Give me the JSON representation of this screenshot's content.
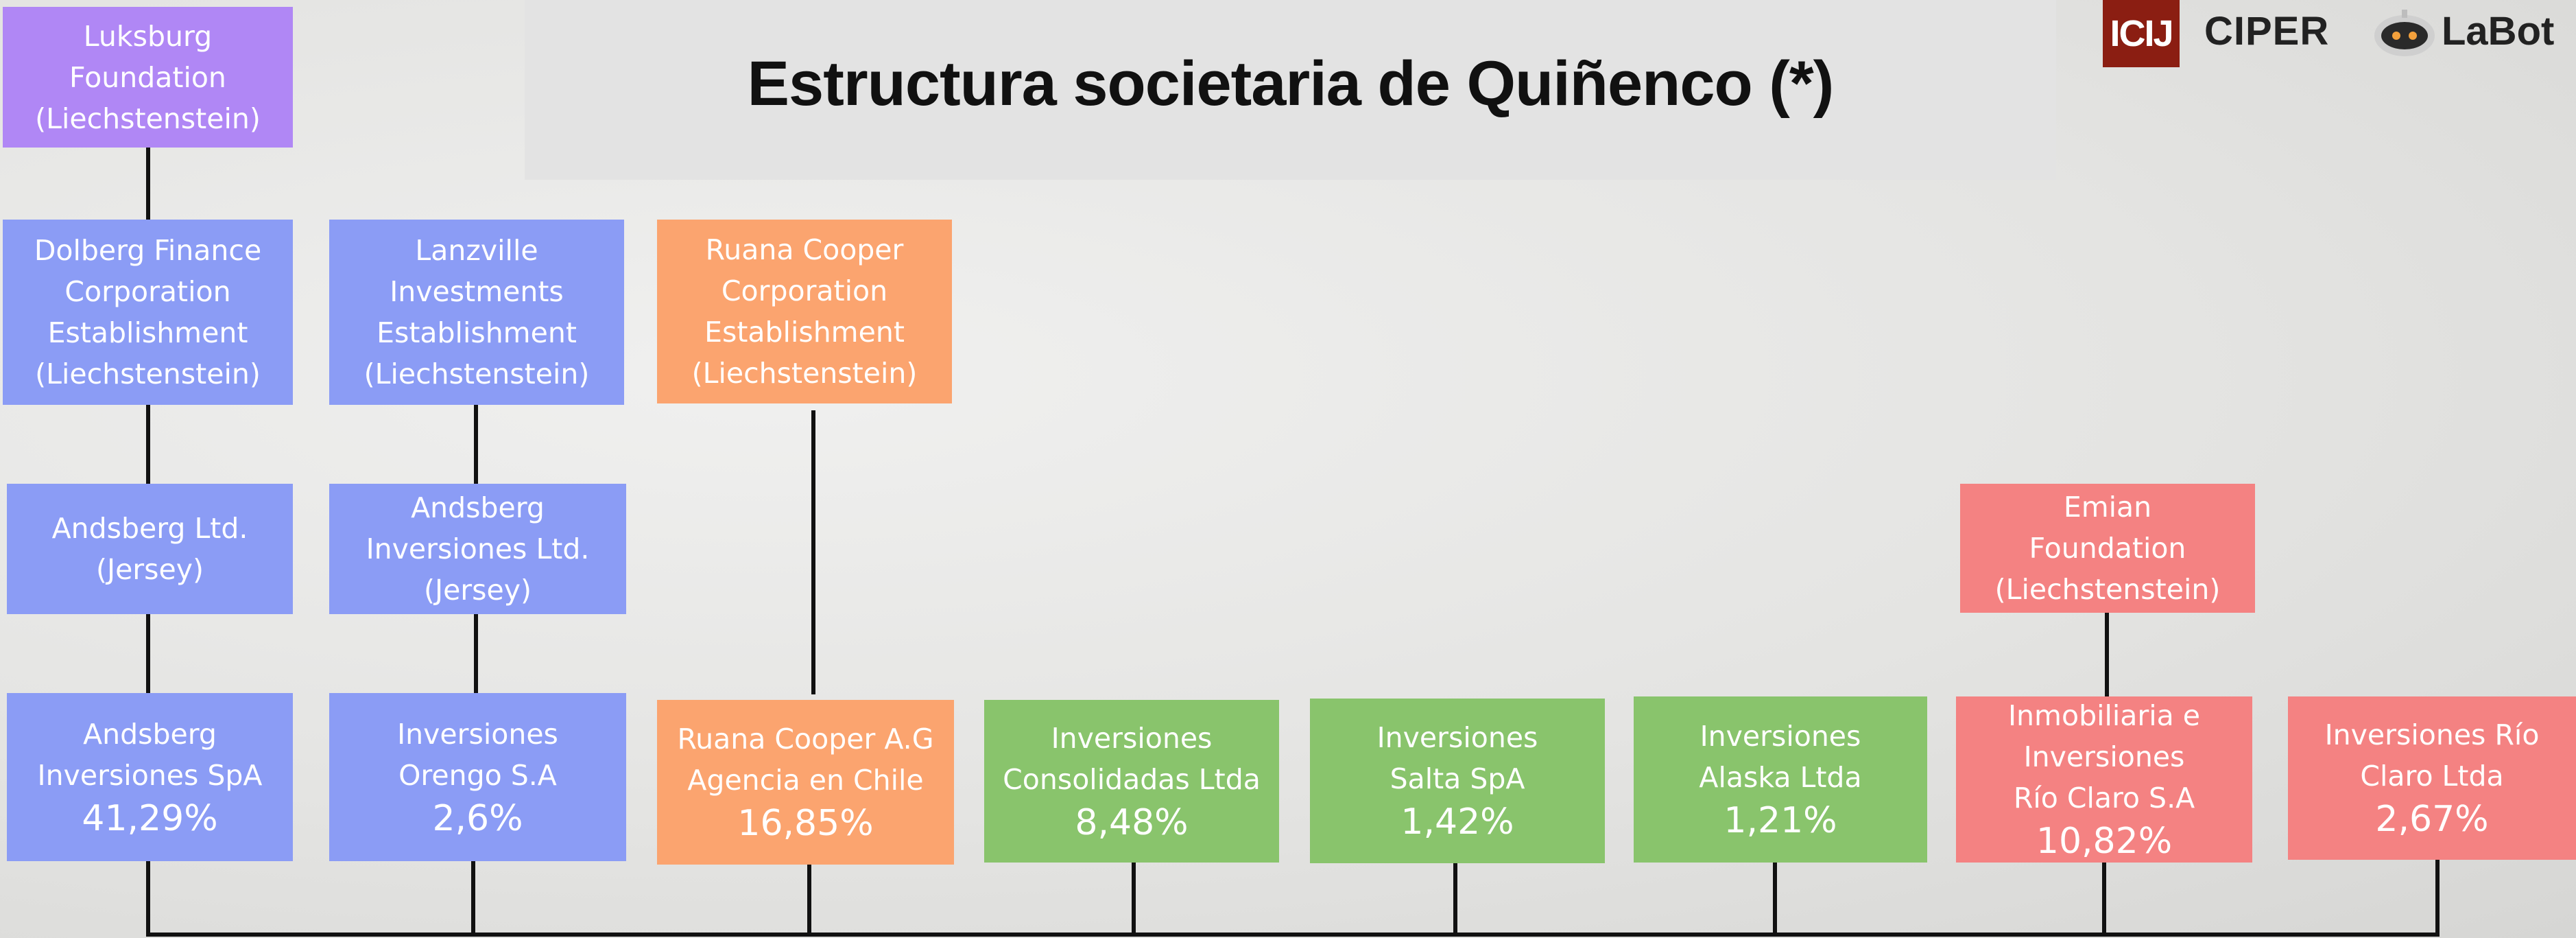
{
  "header": {
    "title": "Estructura societaria de Quiñenco (*)"
  },
  "logos": {
    "icij": "ICIJ",
    "ciper": "CIPER",
    "labot": "LaBot"
  },
  "colors": {
    "purple": "#b087f5",
    "blue": "#8b9cf5",
    "orange": "#fba46f",
    "green": "#89c46c",
    "red": "#f48282",
    "connector": "#111111"
  },
  "nodes": [
    {
      "id": "luksburg",
      "lines": [
        "Luksburg",
        "Foundation",
        "(Liechstenstein)"
      ],
      "pct": ""
    },
    {
      "id": "dolberg",
      "lines": [
        "Dolberg Finance",
        "Corporation",
        "Establishment",
        "(Liechstenstein)"
      ],
      "pct": ""
    },
    {
      "id": "lanzville",
      "lines": [
        "Lanzville",
        "Investments",
        "Establishment",
        "(Liechstenstein)"
      ],
      "pct": ""
    },
    {
      "id": "ruana-est",
      "lines": [
        "Ruana Cooper",
        "Corporation",
        "Establishment",
        "(Liechstenstein)"
      ],
      "pct": ""
    },
    {
      "id": "andsberg-ltd",
      "lines": [
        "Andsberg Ltd.",
        "(Jersey)"
      ],
      "pct": ""
    },
    {
      "id": "andsberg-inv-ltd",
      "lines": [
        "Andsberg",
        "Inversiones Ltd.",
        "(Jersey)"
      ],
      "pct": ""
    },
    {
      "id": "emian",
      "lines": [
        "Emian",
        "Foundation",
        "(Liechstenstein)"
      ],
      "pct": ""
    },
    {
      "id": "andsberg-spa",
      "lines": [
        "Andsberg",
        "Inversiones SpA"
      ],
      "pct": "41,29%"
    },
    {
      "id": "orengo",
      "lines": [
        "Inversiones",
        "Orengo S.A"
      ],
      "pct": "2,6%"
    },
    {
      "id": "ruana-ag",
      "lines": [
        "Ruana Cooper A.G",
        "Agencia en Chile"
      ],
      "pct": "16,85%"
    },
    {
      "id": "consolidadas",
      "lines": [
        "Inversiones",
        "Consolidadas Ltda"
      ],
      "pct": "8,48%"
    },
    {
      "id": "salta",
      "lines": [
        "Inversiones",
        "Salta SpA"
      ],
      "pct": "1,42%"
    },
    {
      "id": "alaska",
      "lines": [
        "Inversiones",
        "Alaska Ltda"
      ],
      "pct": "1,21%"
    },
    {
      "id": "rio-claro-sa",
      "lines": [
        "Inmobiliaria e",
        "Inversiones",
        "Río Claro S.A"
      ],
      "pct": "10,82%"
    },
    {
      "id": "rio-claro-ltda",
      "lines": [
        "Inversiones Río",
        "Claro Ltda"
      ],
      "pct": "2,67%"
    }
  ]
}
